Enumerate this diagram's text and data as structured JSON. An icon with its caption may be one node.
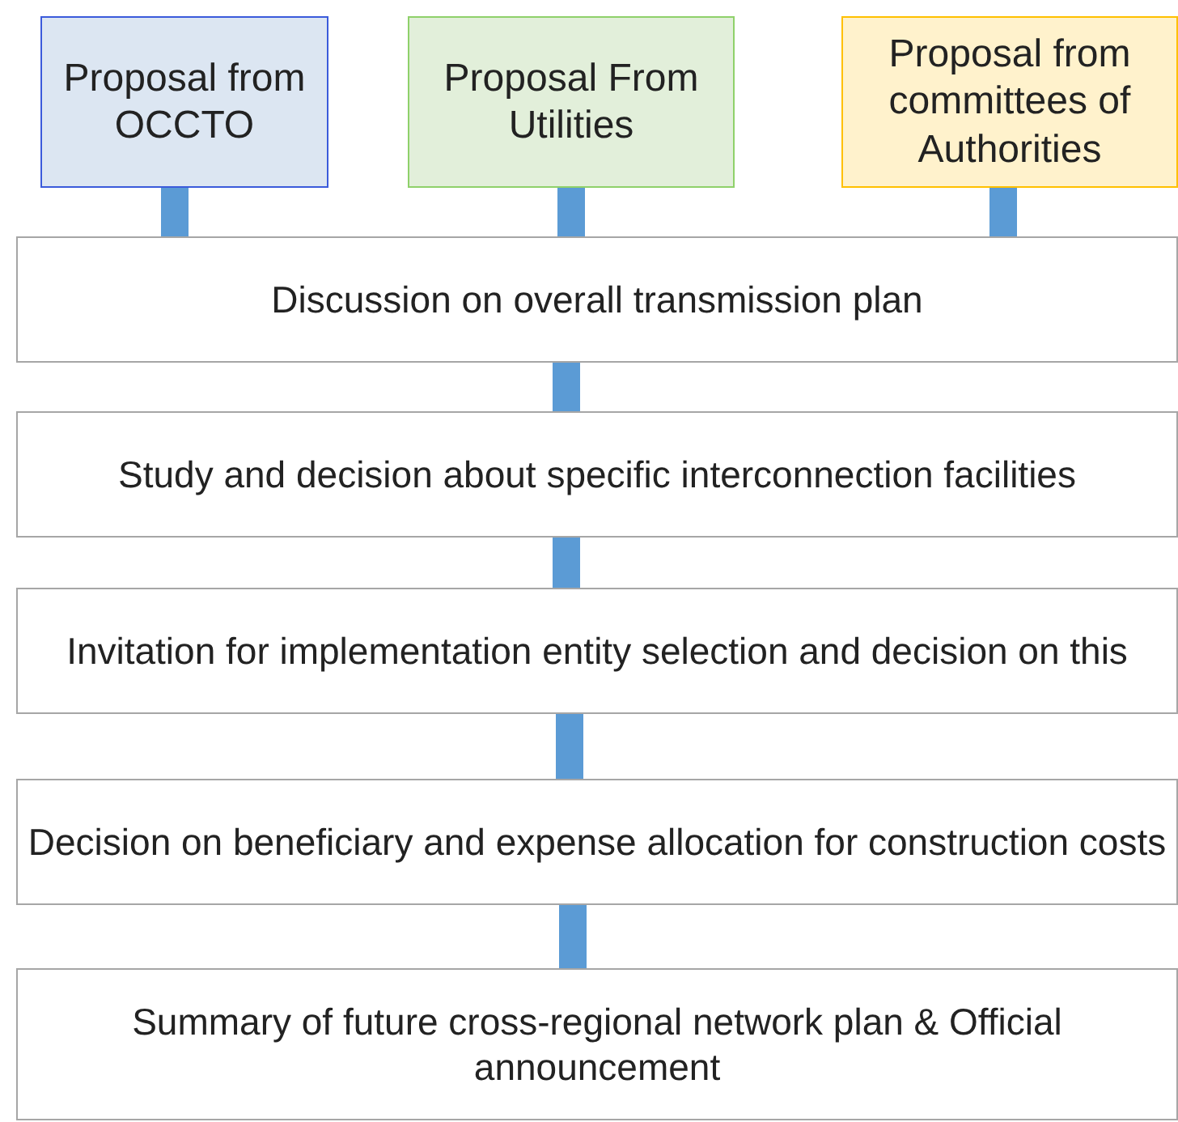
{
  "diagram": {
    "nodes": [
      {
        "text": [
          "Proposal from OCCTO"
        ]
      },
      {
        "text": [
          "Proposal From Utilities"
        ]
      },
      {
        "text": [
          "Proposal from committees of Authorities"
        ]
      },
      {
        "text": [
          "Discussion on overall transmission plan"
        ]
      },
      {
        "text": [
          "Study and decision about specific interconnection facilities"
        ]
      },
      {
        "text": [
          "Invitation for implementation entity selection and decision on this"
        ]
      },
      {
        "text": [
          "Decision on beneficiary and expense allocation for construction costs"
        ]
      },
      {
        "text": [
          "Summary of future cross-regional network plan & Official announcement"
        ]
      }
    ],
    "edges": [
      {
        "from": 0,
        "to": 3,
        "arrow": "none"
      },
      {
        "from": 1,
        "to": 3,
        "arrow": "none"
      },
      {
        "from": 2,
        "to": 3,
        "arrow": "none"
      },
      {
        "from": 3,
        "to": 4,
        "arrow": "none"
      },
      {
        "from": 4,
        "to": 5,
        "arrow": "none"
      },
      {
        "from": 5,
        "to": 6,
        "arrow": "none"
      },
      {
        "from": 6,
        "to": 7,
        "arrow": "none"
      }
    ]
  }
}
